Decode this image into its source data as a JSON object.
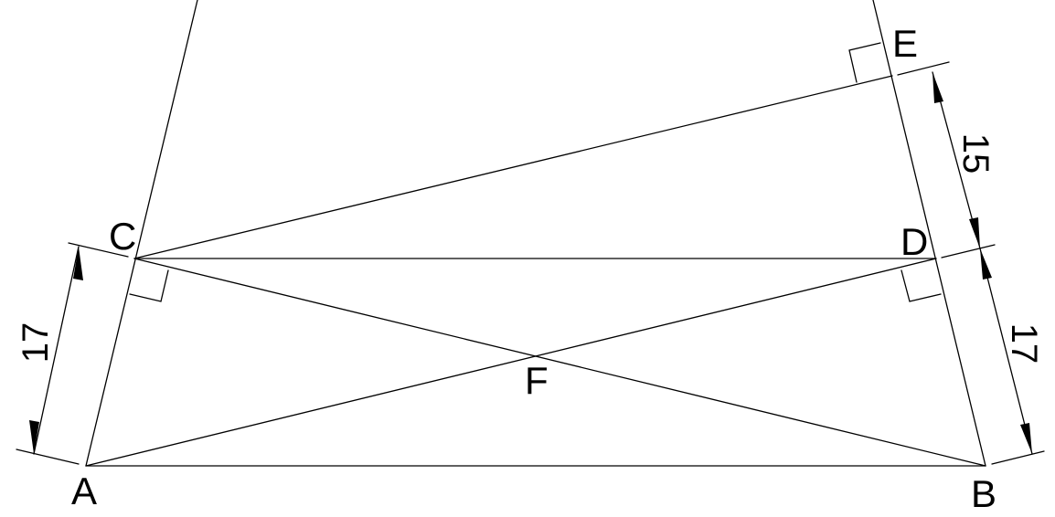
{
  "diagram": {
    "points": {
      "A": "A",
      "B": "B",
      "C": "C",
      "D": "D",
      "E": "E",
      "F": "F"
    },
    "dimensions": {
      "ac": "17",
      "bd": "17",
      "de": "15"
    }
  }
}
